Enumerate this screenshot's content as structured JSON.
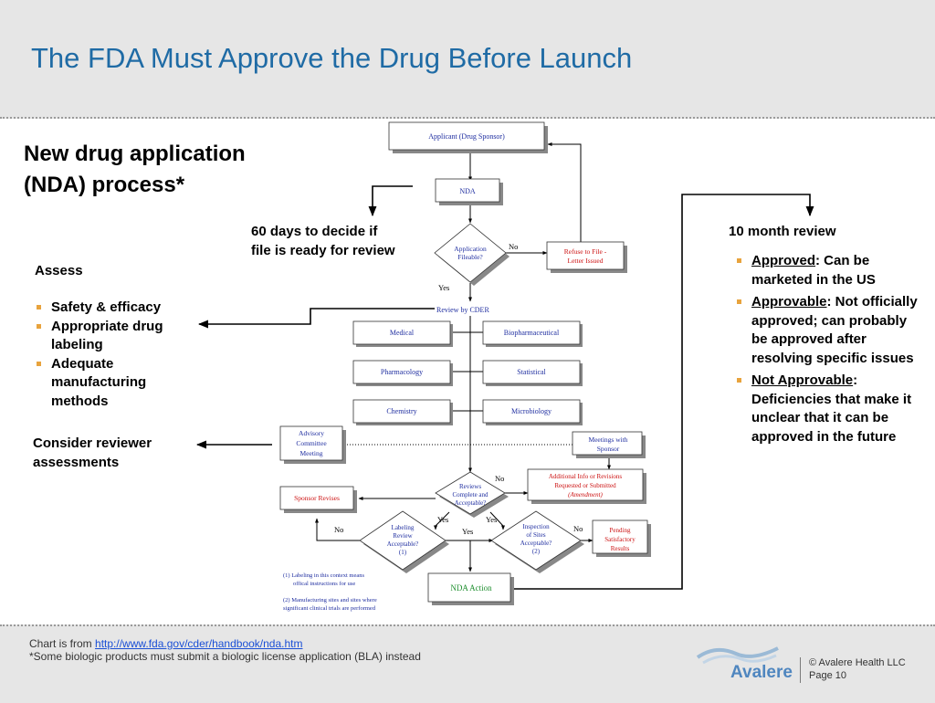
{
  "slide": {
    "title": "The FDA Must Approve the Drug Before Launch",
    "subtitle_line1": "New drug application",
    "subtitle_line2": "(NDA) process*"
  },
  "annotations": {
    "days_line1": "60 days to decide if",
    "days_line2": "file is ready for review",
    "assess": "Assess",
    "assess_items": [
      "Safety & efficacy",
      "Appropriate drug labeling",
      "Adequate manufacturing methods"
    ],
    "consider_line1": "Consider reviewer",
    "consider_line2": "assessments",
    "review_heading": "10 month review",
    "review_items": [
      {
        "term": "Approved",
        "desc": ": Can be marketed in the US"
      },
      {
        "term": "Approvable",
        "desc": ": Not officially approved; can probably be approved after resolving specific issues"
      },
      {
        "term": "Not Approvable",
        "desc": ": Deficiencies that make it unclear that it can be approved in the future"
      }
    ]
  },
  "flowchart": {
    "applicant": "Applicant (Drug Sponsor)",
    "nda": "NDA",
    "fileable_1": "Application",
    "fileable_2": "Fileable?",
    "no": "No",
    "yes": "Yes",
    "refuse_1": "Refuse to File -",
    "refuse_2": "Letter Issued",
    "review_by": "Review by CDER",
    "medical": "Medical",
    "biopharm": "Biopharmaceutical",
    "pharmacology": "Pharmacology",
    "statistical": "Statistical",
    "chemistry": "Chemistry",
    "microbiology": "Microbiology",
    "advisory_1": "Advisory",
    "advisory_2": "Committee",
    "advisory_3": "Meeting",
    "meetings_1": "Meetings with",
    "meetings_2": "Sponsor",
    "reviews_1": "Reviews",
    "reviews_2": "Complete and",
    "reviews_3": "Acceptable?",
    "additional_1": "Additional Info or Revisions",
    "additional_2": "Requested or Submitted",
    "additional_3": "(Amendment)",
    "sponsor_revises": "Sponsor Revises",
    "labeling_1": "Labeling",
    "labeling_2": "Review",
    "labeling_3": "Acceptable?",
    "labeling_4": "(1)",
    "inspection_1": "Inspection",
    "inspection_2": "of Sites",
    "inspection_3": "Acceptable?",
    "inspection_4": "(2)",
    "pending_1": "Pending",
    "pending_2": "Satisfactory",
    "pending_3": "Results",
    "nda_action": "NDA Action",
    "note1_1": "(1) Labeling in this context means",
    "note1_2": "offical instructions for use",
    "note2_1": "(2) Manufacturing sites and sites where",
    "note2_2": "significant clinical trials are performed"
  },
  "footer": {
    "chart_from": "Chart is from ",
    "url": "http://www.fda.gov/cder/handbook/nda.htm",
    "note": "*Some biologic products must submit a biologic license application (BLA) instead",
    "logo": "Avalere",
    "copyright": "© Avalere Health LLC",
    "page": "Page 10"
  },
  "colors": {
    "title": "#1f6ba5",
    "flow_blue": "#1f2ea0",
    "flow_red": "#cc1111",
    "flow_green": "#1f8f2f",
    "bullet": "#e8a33d"
  }
}
